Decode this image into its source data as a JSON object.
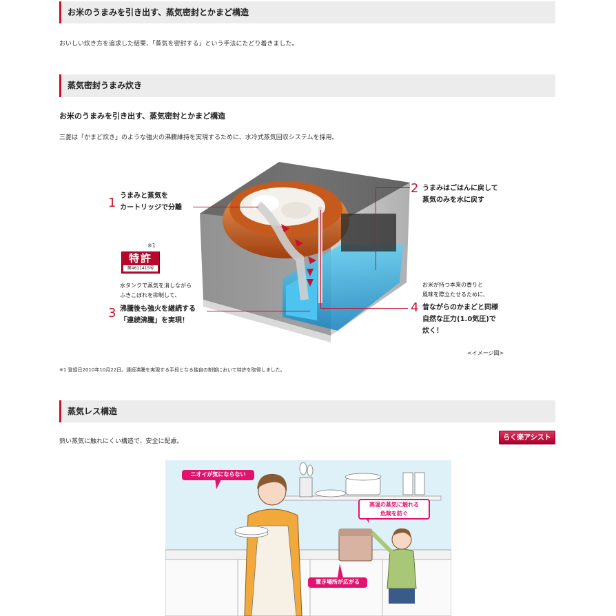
{
  "section1": {
    "title": "お米のうまみを引き出す、蒸気密封とかまど構造",
    "text": "おいしい炊き方を追求した結果、「蒸気を密封する」という手法にたどり着きました。"
  },
  "section2": {
    "title": "蒸気密封うまみ炊き",
    "subtitle": "お米のうまみを引き出す、蒸気密封とかまど構造",
    "text": "三菱は「かまど炊き」のような強火の沸騰維持を実現するために、水冷式蒸気回収システムを採用。",
    "callouts": [
      {
        "num": "1",
        "line1": "うまみと蒸気を",
        "line2": "カートリッジで分離"
      },
      {
        "num": "2",
        "line1": "うまみはごはんに戻して",
        "line2": "蒸気のみを水に戻す"
      },
      {
        "num": "3",
        "pre1": "水タンクで蒸気を消しながら",
        "pre2": "ふきこぼれを抑制して、",
        "line1": "沸騰後も強火を継続する",
        "line2": "「連続沸騰」を実現！"
      },
      {
        "num": "4",
        "pre1": "お米が持つ本来の香りと",
        "pre2": "風味を際立たせるために、",
        "line1": "昔ながらのかまどと同様",
        "line2": "自然な圧力(1.0気圧)で",
        "line3": "炊く！"
      }
    ],
    "patent": {
      "mark": "※1",
      "label": "特許",
      "number": "第4611415号"
    },
    "image_note": "<イメージ図>",
    "footnote": "※1 登録日2010年10月22日。連続沸騰を実現する手段となる独自の制御において特許を取得しました。"
  },
  "section3": {
    "title": "蒸気レス構造",
    "text": "熱い蒸気に触れにくい構造で、安全に配慮。",
    "assist_button": "らく楽アシスト",
    "bubbles": {
      "smell": "ニオイが気にならない",
      "danger1": "高温の蒸気に触れる",
      "danger2": "危険を防ぐ",
      "space": "置き場所が広がる"
    }
  },
  "colors": {
    "accent": "#c8102e",
    "bubble": "#e2136f",
    "water": "#3fb8e8"
  }
}
